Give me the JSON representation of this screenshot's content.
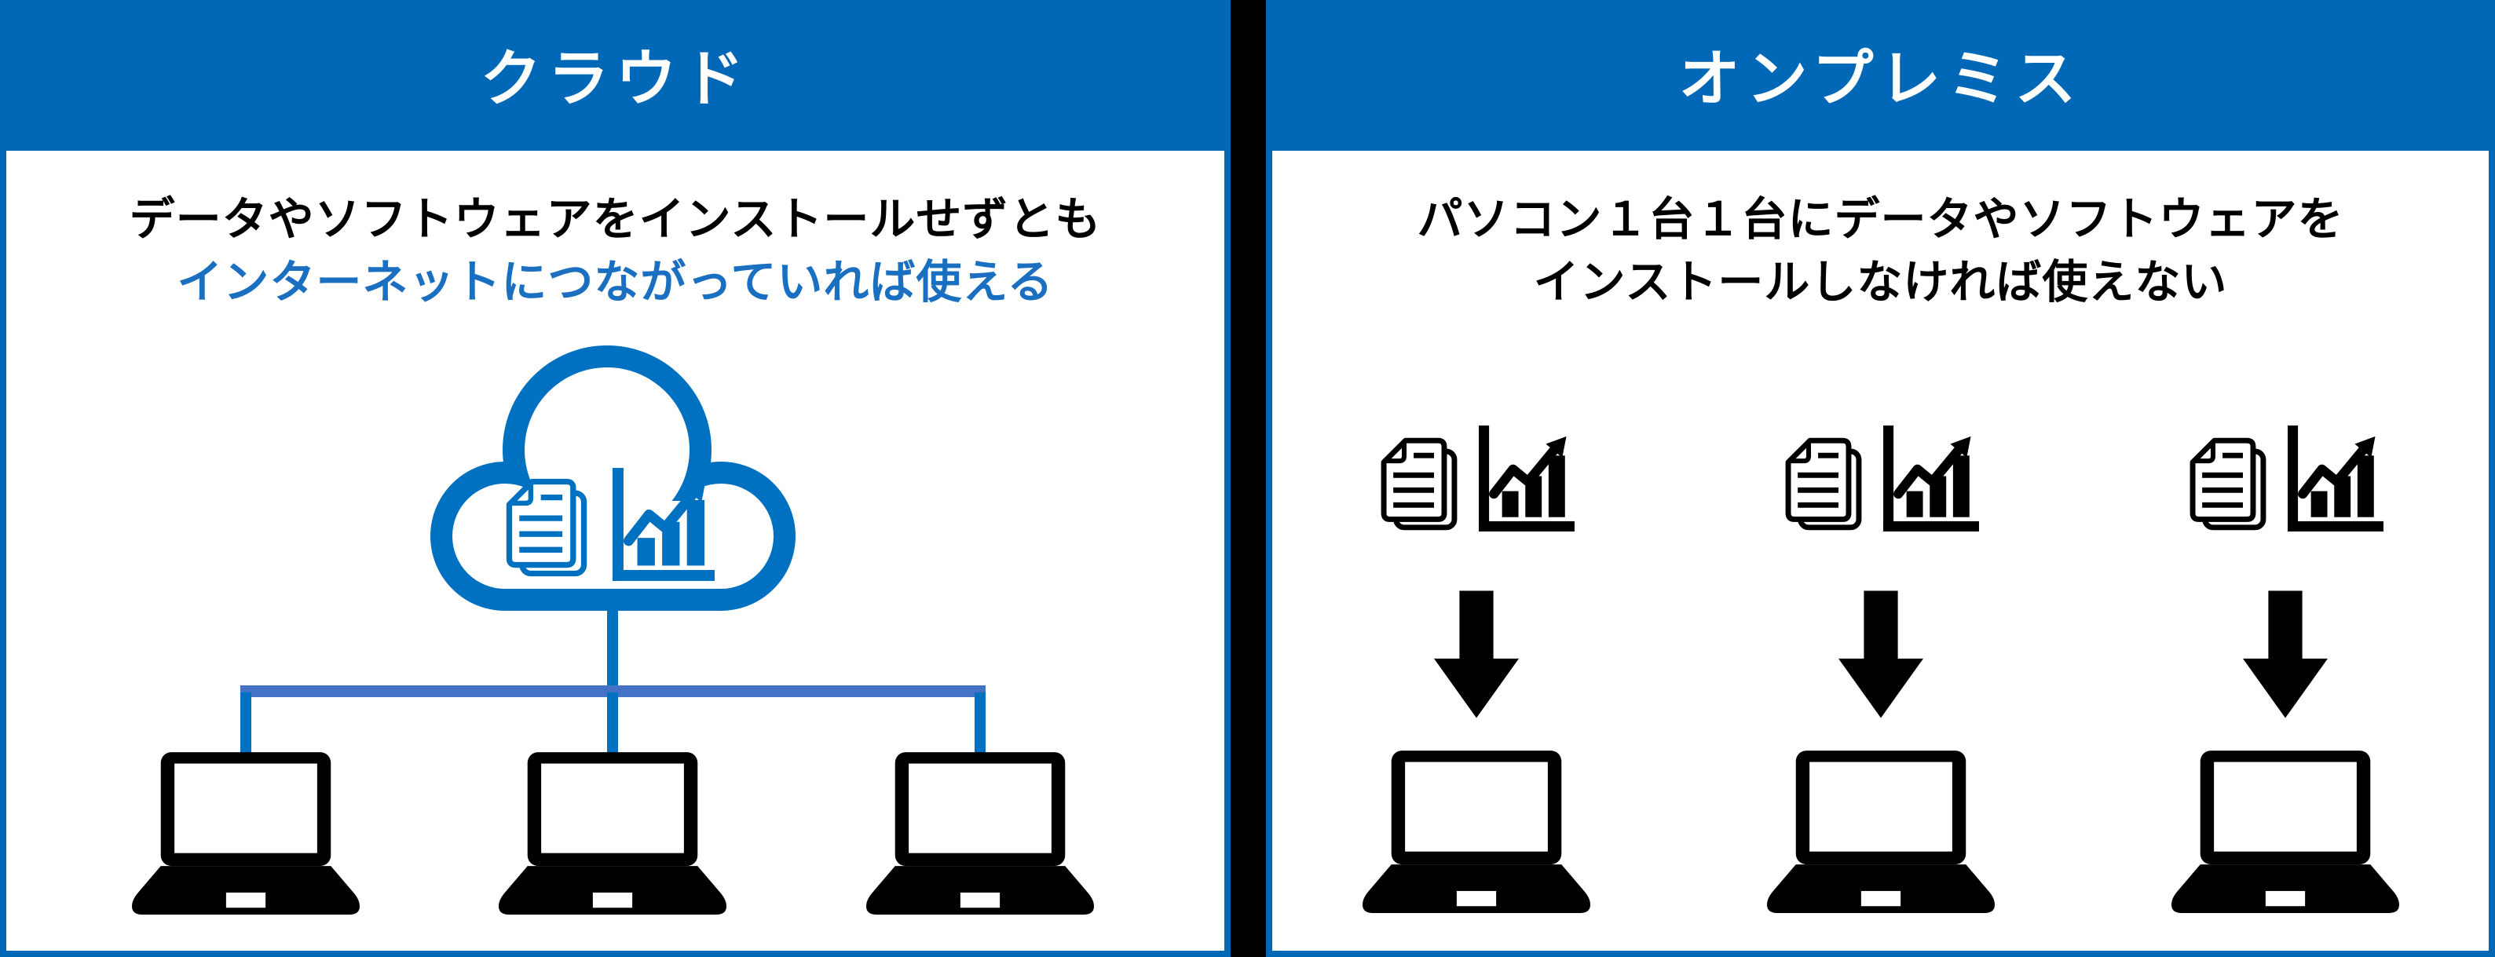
{
  "cloud_panel": {
    "title": "クラウド",
    "caption_line1": "データやソフトウェアをインストールせずとも",
    "caption_line2": "インターネットにつながっていれば使える",
    "laptop_count": 3
  },
  "onpremise_panel": {
    "title": "オンプレミス",
    "caption_line1": "パソコン１台１台にデータやソフトウェアを",
    "caption_line2": "インストールしなければ使えない",
    "pc_station_count": 3
  },
  "colors": {
    "header_blue": "#0068B6",
    "cloud_blue": "#0070C0",
    "bus_blue": "#4472C4",
    "text_blue": "#1B6FC1",
    "ink": "#000000"
  },
  "icons": {
    "cloud": "cloud-icon",
    "document": "document-icon",
    "chart": "bar-chart-icon",
    "laptop": "laptop-icon",
    "arrow": "down-arrow-icon"
  }
}
